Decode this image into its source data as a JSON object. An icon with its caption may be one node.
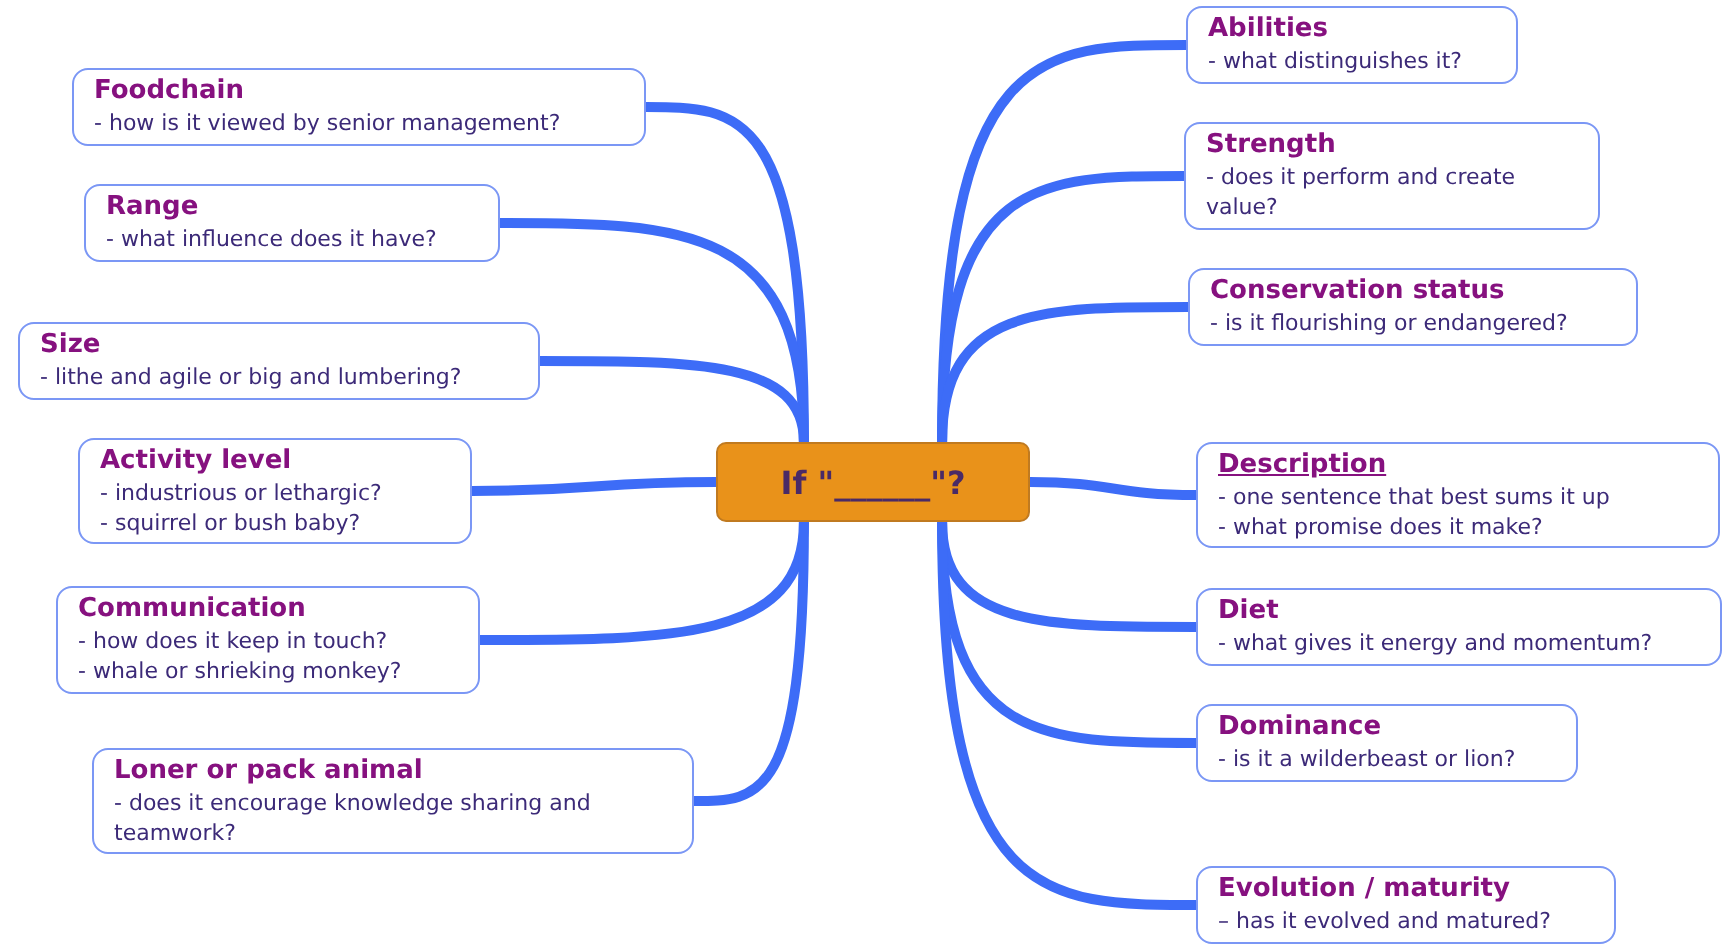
{
  "diagram": {
    "nodes": [
      {
        "text": [
          "If \"______\"?"
        ]
      },
      {
        "text": [
          "Foodchain",
          "- how is it viewed by senior management?"
        ]
      },
      {
        "text": [
          "Range",
          "- what influence does it have?"
        ]
      },
      {
        "text": [
          "Size",
          "- lithe and agile or big and lumbering?"
        ]
      },
      {
        "text": [
          "Activity level",
          "- industrious or lethargic?",
          "- squirrel or bush baby?"
        ]
      },
      {
        "text": [
          "Communication",
          "- how does it keep in touch?",
          "- whale or shrieking monkey?"
        ]
      },
      {
        "text": [
          "Loner or pack animal",
          "- does it encourage knowledge sharing and teamwork?"
        ]
      },
      {
        "text": [
          "Abilities",
          "- what distinguishes it?"
        ]
      },
      {
        "text": [
          "Strength",
          "- does it perform and create value?"
        ]
      },
      {
        "text": [
          "Conservation status",
          "- is it flourishing or endangered?"
        ]
      },
      {
        "text": [
          "Description",
          "- one sentence that best sums it up",
          "- what promise does it make?"
        ]
      },
      {
        "text": [
          "Diet",
          "- what gives it energy and momentum?"
        ]
      },
      {
        "text": [
          "Dominance",
          "- is it a wilderbeast or lion?"
        ]
      },
      {
        "text": [
          "Evolution / maturity",
          "– has it evolved and matured?"
        ]
      }
    ],
    "edges": [
      {
        "from": 0,
        "to": 1,
        "arrow": "none"
      },
      {
        "from": 0,
        "to": 2,
        "arrow": "none"
      },
      {
        "from": 0,
        "to": 3,
        "arrow": "none"
      },
      {
        "from": 0,
        "to": 4,
        "arrow": "none"
      },
      {
        "from": 0,
        "to": 5,
        "arrow": "none"
      },
      {
        "from": 0,
        "to": 6,
        "arrow": "none"
      },
      {
        "from": 0,
        "to": 7,
        "arrow": "none"
      },
      {
        "from": 0,
        "to": 8,
        "arrow": "none"
      },
      {
        "from": 0,
        "to": 9,
        "arrow": "none"
      },
      {
        "from": 0,
        "to": 10,
        "arrow": "none"
      },
      {
        "from": 0,
        "to": 11,
        "arrow": "none"
      },
      {
        "from": 0,
        "to": 12,
        "arrow": "none"
      },
      {
        "from": 0,
        "to": 13,
        "arrow": "none"
      }
    ]
  }
}
